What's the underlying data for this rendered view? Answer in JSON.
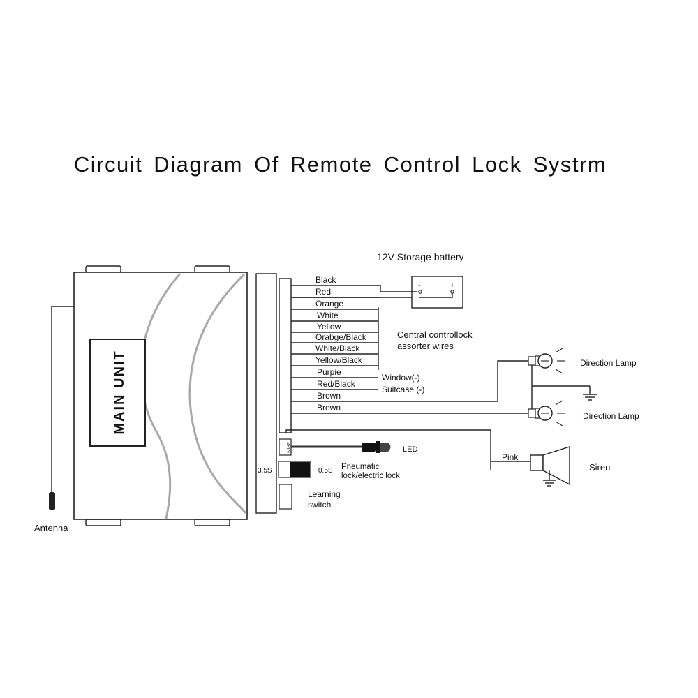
{
  "title": "Circuit Diagram Of Remote Control Lock Systrm",
  "main_unit": {
    "label": "MAIN UNIT"
  },
  "antenna": {
    "label": "Antenna"
  },
  "battery": {
    "label": "12V Storage battery",
    "minus": "-",
    "plus": "+"
  },
  "wires": [
    "Black",
    "Red",
    "Orange",
    "White",
    "Yellow",
    "Orabge/Black",
    "White/Black",
    "Yellow/Black",
    "Purpie",
    "Red/Black",
    "Brown",
    "Brown"
  ],
  "central_group": {
    "line1": "Central controllock",
    "line2": "assorter wires"
  },
  "window_label": "Window(-)",
  "suitcase_label": "Suitcase (-)",
  "lamps": [
    {
      "label": "Direction Lamp"
    },
    {
      "label": "Direction Lamp"
    }
  ],
  "siren": {
    "wire_label": "Pink",
    "label": "Siren"
  },
  "led": {
    "connector_label": "2PIN",
    "label": "LED"
  },
  "pneumatic": {
    "left_label": "3.5S",
    "right_label": "0.5S",
    "line1": "Pneumatic",
    "line2": "lock/electric lock"
  },
  "learning": {
    "line1": "Learning",
    "line2": "switch"
  }
}
